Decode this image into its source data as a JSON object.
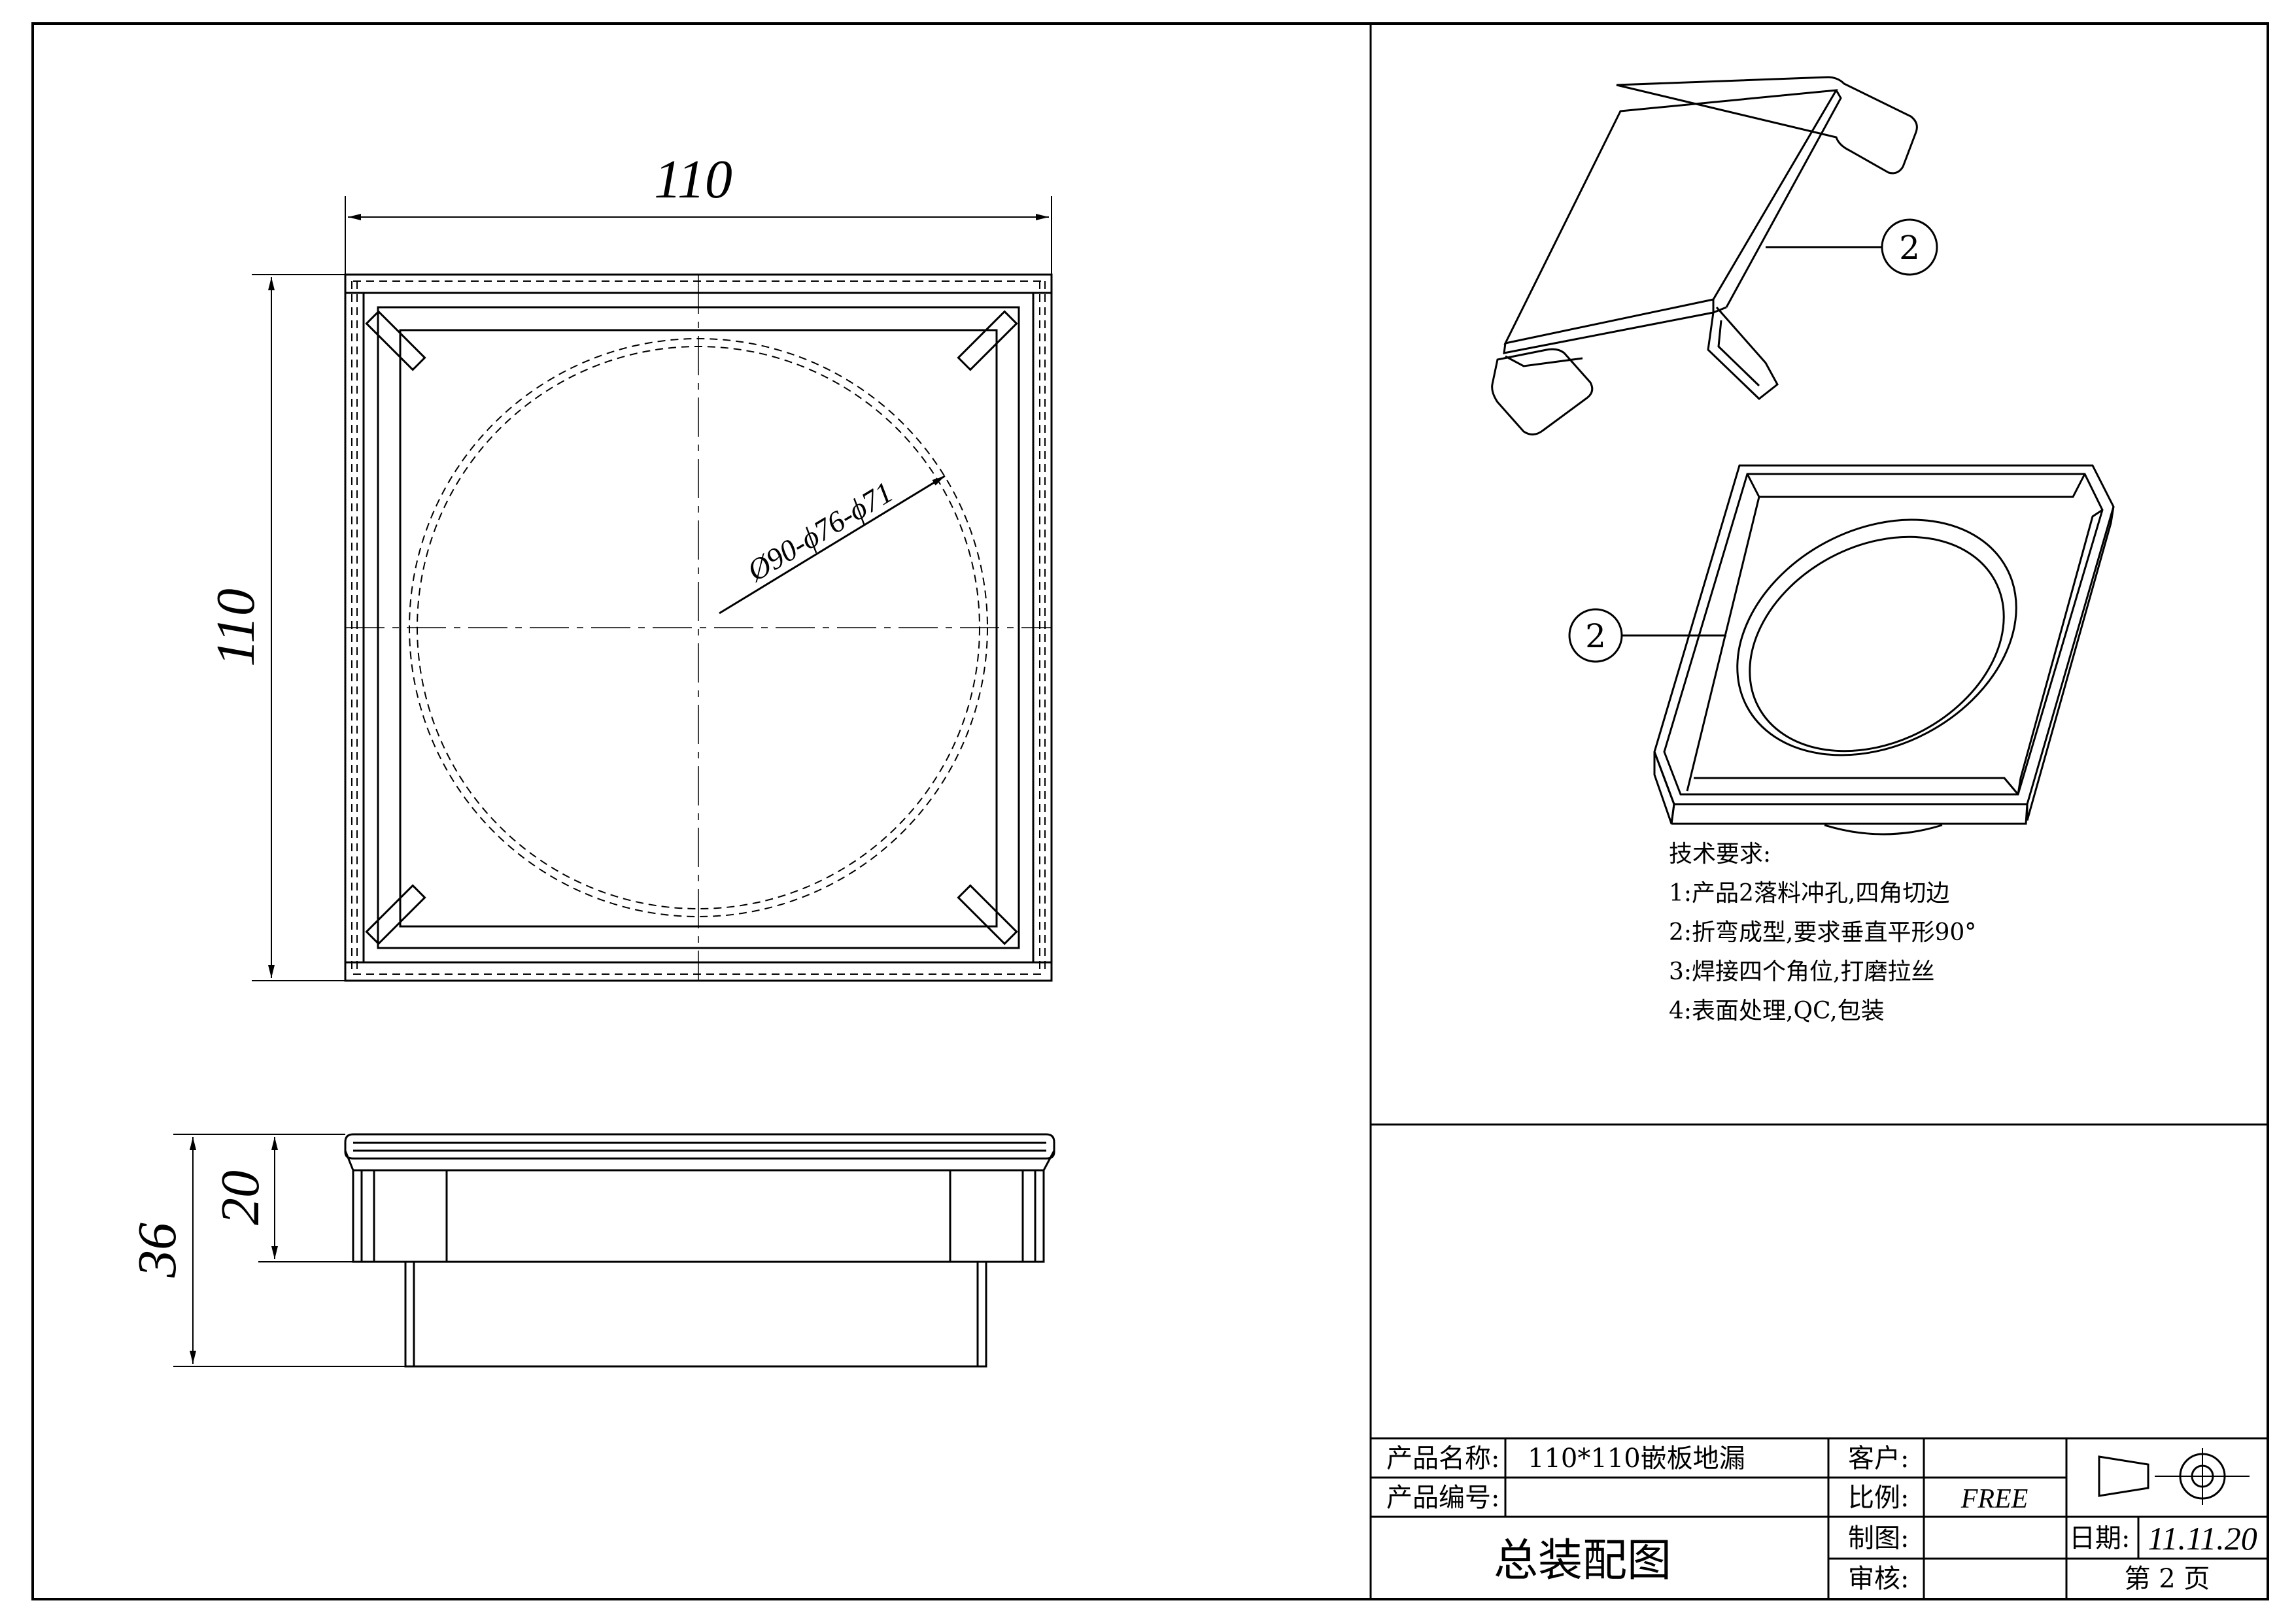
{
  "drawing": {
    "top_view": {
      "width_label": "110",
      "height_label": "110",
      "diameter_label": "Ø90-ϕ76-ϕ71"
    },
    "side_view": {
      "total_height_label": "36",
      "frame_height_label": "20"
    },
    "balloons": [
      "2",
      "2"
    ]
  },
  "tech_requirements": {
    "title": "技术要求:",
    "items": [
      "1:产品2落料冲孔,四角切边",
      "2:折弯成型,要求垂直平形90°",
      "3:焊接四个角位,打磨拉丝",
      "4:表面处理,QC,包装"
    ]
  },
  "title_block": {
    "product_name_label": "产品名称:",
    "product_name_value": "110*110嵌板地漏",
    "product_code_label": "产品编号:",
    "product_code_value": "",
    "drawing_title": "总装配图",
    "customer_label": "客户:",
    "customer_value": "",
    "scale_label": "比例:",
    "scale_value": "FREE",
    "drawn_label": "制图:",
    "drawn_value": "",
    "checked_label": "审核:",
    "checked_value": "",
    "date_label": "日期:",
    "date_value": "11.11.20",
    "page_text": "第 2 页"
  }
}
